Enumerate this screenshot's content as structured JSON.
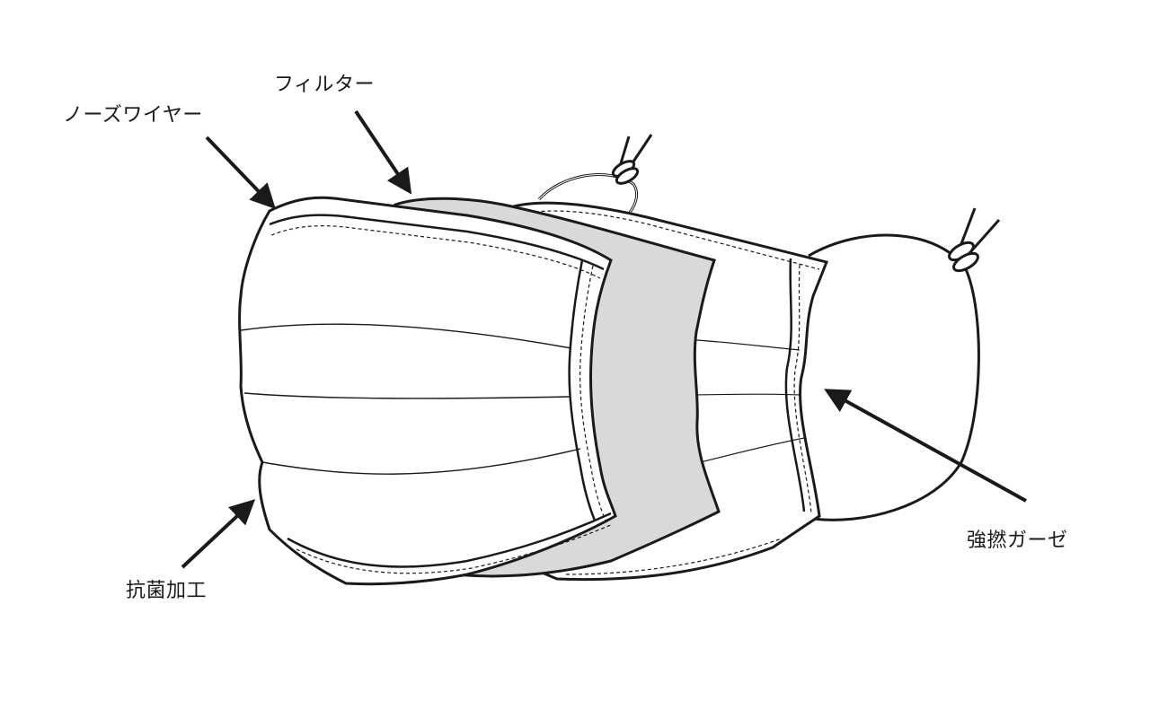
{
  "labels": {
    "nose_wire": "ノーズワイヤー",
    "filter": "フィルター",
    "antibacterial": "抗菌加工",
    "gauze": "強撚ガーゼ"
  },
  "colors": {
    "line": "#1a1a1a",
    "fill": "#ffffff",
    "filter_fill": "#d9d9d9",
    "label": "#1a1a1a"
  }
}
